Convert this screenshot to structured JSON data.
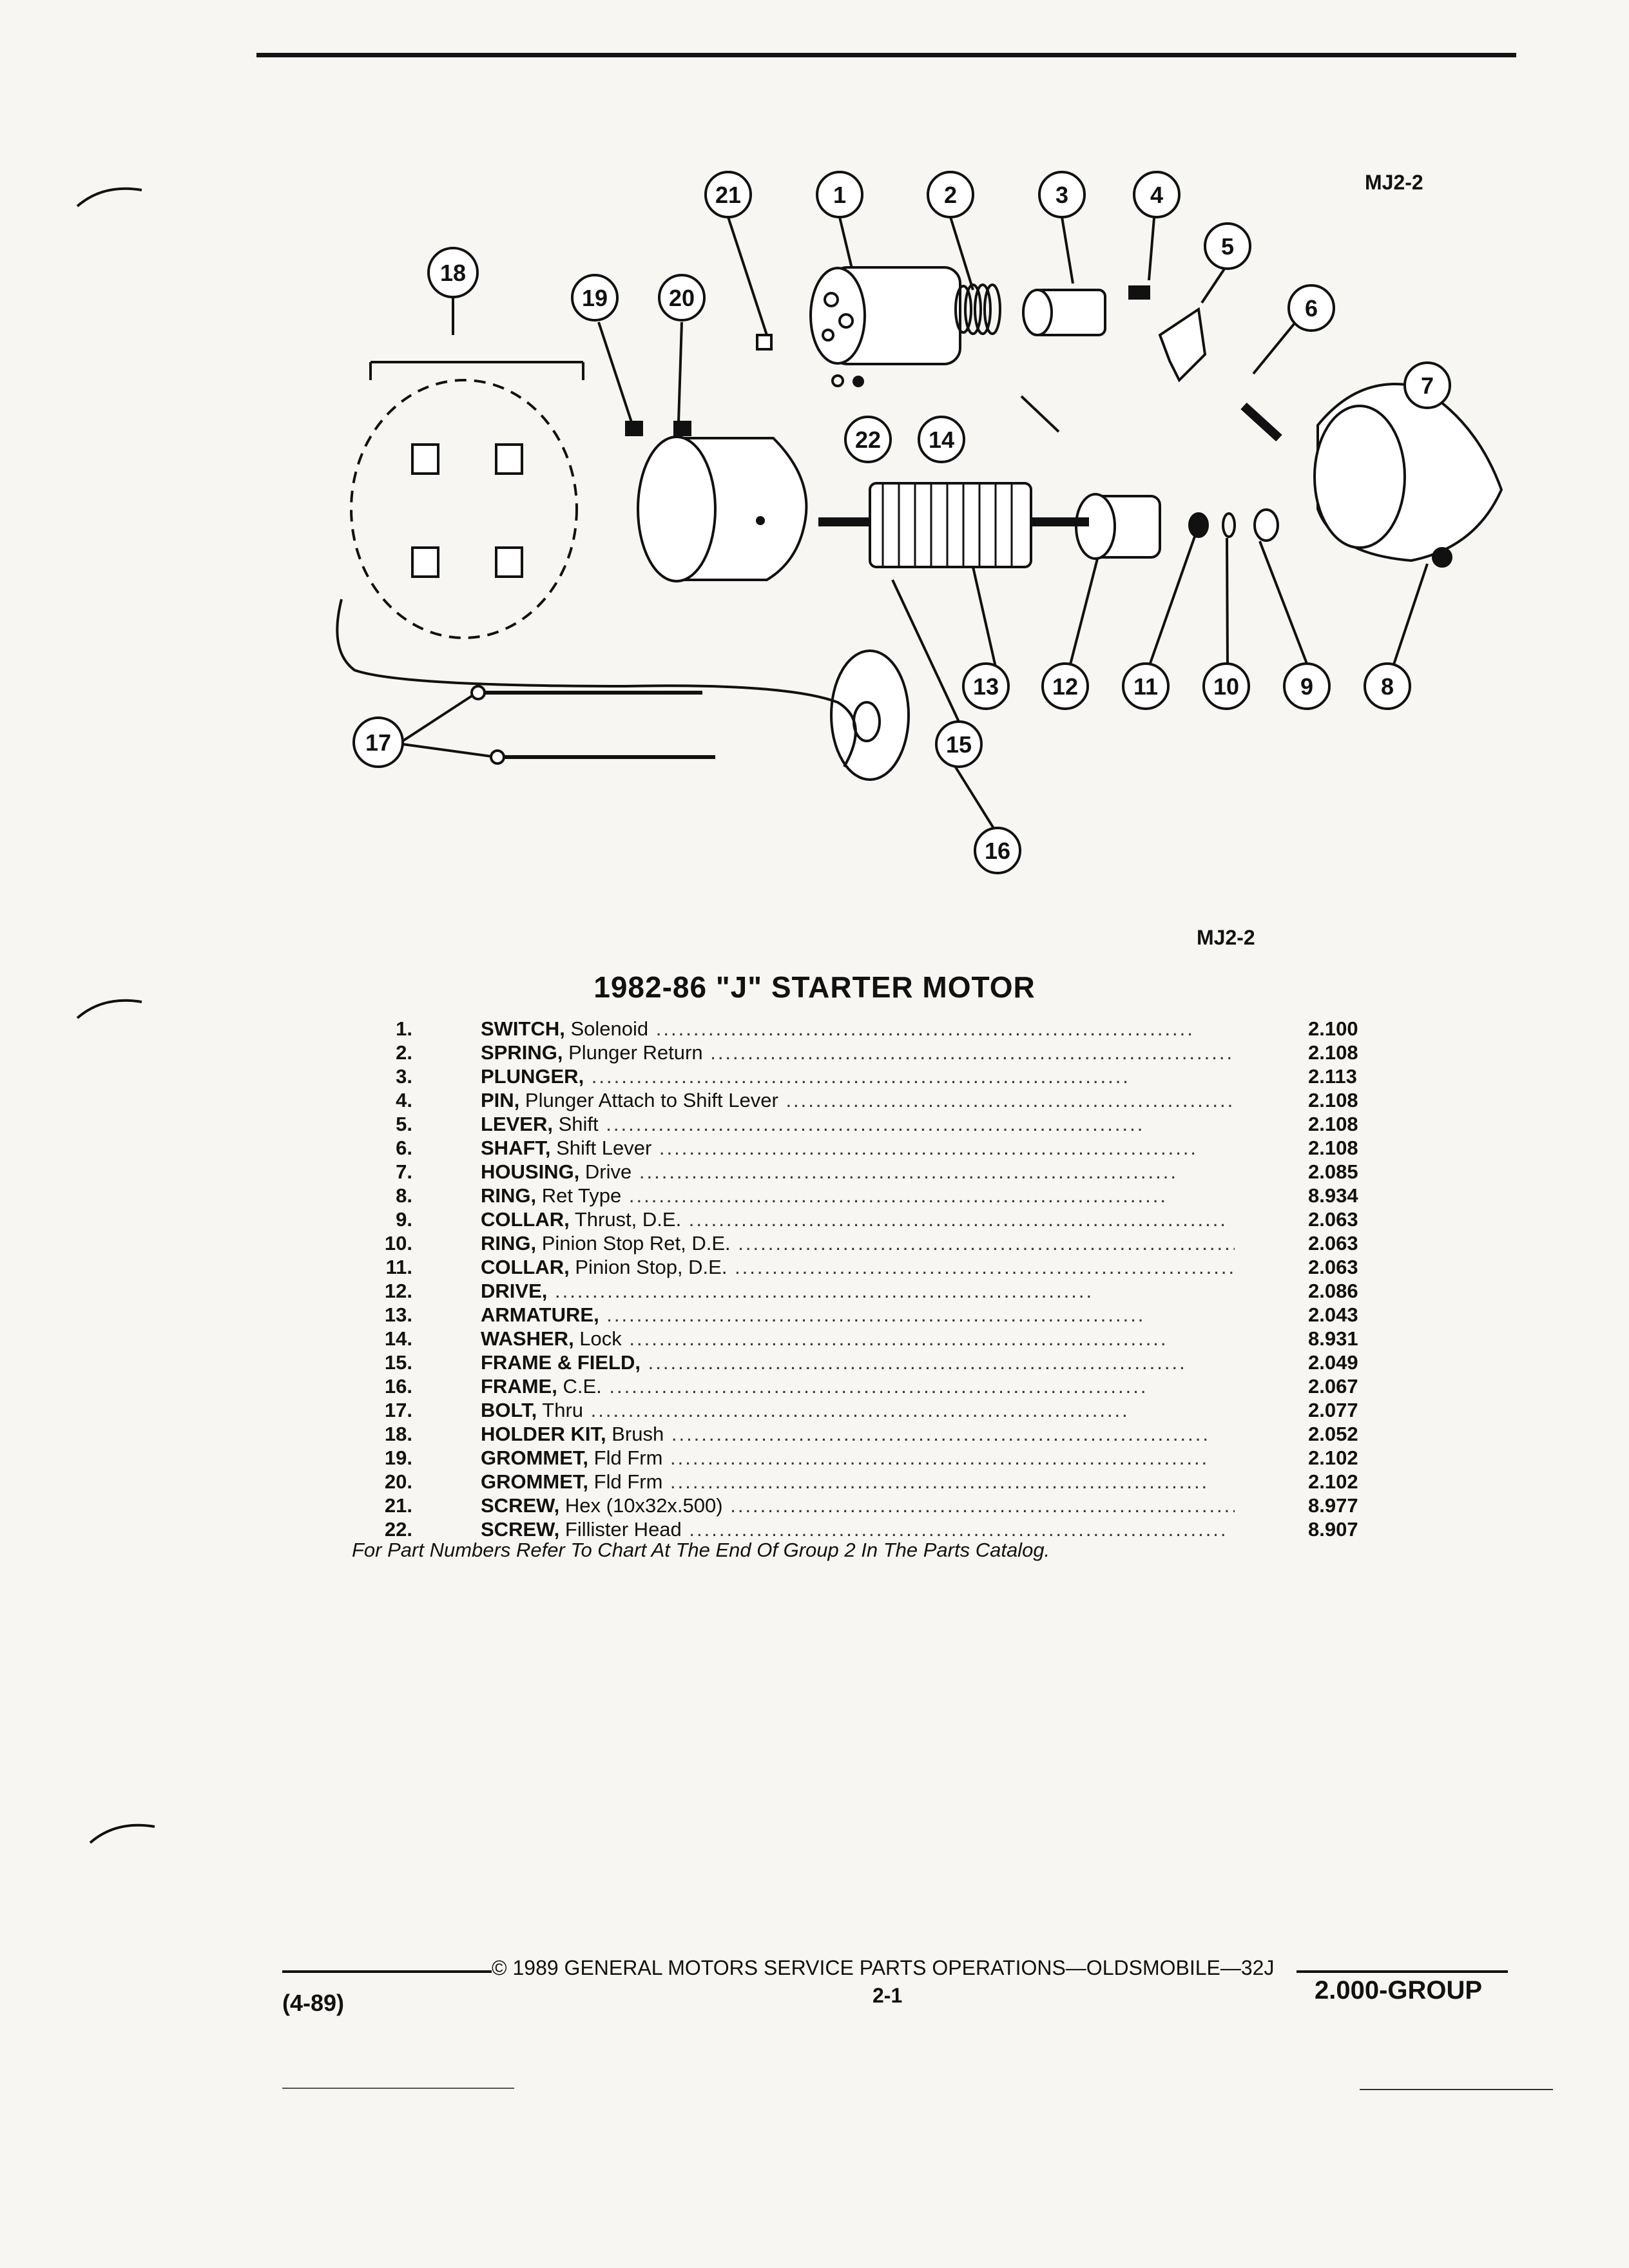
{
  "figure_code": "MJ2-2",
  "title": "1982-86 \"J\" STARTER MOTOR",
  "parts": [
    {
      "num": "1.",
      "name": "SWITCH,",
      "detail": " Solenoid",
      "group": "2.100"
    },
    {
      "num": "2.",
      "name": "SPRING,",
      "detail": " Plunger Return",
      "group": "2.108"
    },
    {
      "num": "3.",
      "name": "PLUNGER,",
      "detail": "",
      "group": "2.113"
    },
    {
      "num": "4.",
      "name": "PIN,",
      "detail": " Plunger Attach to Shift Lever",
      "group": "2.108"
    },
    {
      "num": "5.",
      "name": "LEVER,",
      "detail": " Shift",
      "group": "2.108"
    },
    {
      "num": "6.",
      "name": "SHAFT,",
      "detail": " Shift Lever",
      "group": "2.108"
    },
    {
      "num": "7.",
      "name": "HOUSING,",
      "detail": " Drive",
      "group": "2.085"
    },
    {
      "num": "8.",
      "name": "RING,",
      "detail": " Ret Type",
      "group": "8.934"
    },
    {
      "num": "9.",
      "name": "COLLAR,",
      "detail": " Thrust, D.E.",
      "group": "2.063"
    },
    {
      "num": "10.",
      "name": "RING,",
      "detail": " Pinion Stop Ret, D.E.",
      "group": "2.063"
    },
    {
      "num": "11.",
      "name": "COLLAR,",
      "detail": " Pinion Stop, D.E.",
      "group": "2.063"
    },
    {
      "num": "12.",
      "name": "DRIVE,",
      "detail": "",
      "group": "2.086"
    },
    {
      "num": "13.",
      "name": "ARMATURE,",
      "detail": "",
      "group": "2.043"
    },
    {
      "num": "14.",
      "name": "WASHER,",
      "detail": " Lock",
      "group": "8.931"
    },
    {
      "num": "15.",
      "name": "FRAME & FIELD,",
      "detail": "",
      "group": "2.049"
    },
    {
      "num": "16.",
      "name": "FRAME,",
      "detail": " C.E.",
      "group": "2.067"
    },
    {
      "num": "17.",
      "name": "BOLT,",
      "detail": " Thru",
      "group": "2.077"
    },
    {
      "num": "18.",
      "name": "HOLDER KIT,",
      "detail": " Brush",
      "group": "2.052"
    },
    {
      "num": "19.",
      "name": "GROMMET,",
      "detail": " Fld Frm",
      "group": "2.102"
    },
    {
      "num": "20.",
      "name": "GROMMET,",
      "detail": " Fld Frm",
      "group": "2.102"
    },
    {
      "num": "21.",
      "name": "SCREW,",
      "detail": " Hex (10x32x.500)",
      "group": "8.977"
    },
    {
      "num": "22.",
      "name": "SCREW,",
      "detail": " Fillister Head",
      "group": "8.907"
    }
  ],
  "footnote": "For Part Numbers Refer To Chart At The End Of Group 2 In The Parts Catalog.",
  "footer": {
    "date_code": "(4-89)",
    "copyright": "© 1989 GENERAL MOTORS SERVICE PARTS OPERATIONS—OLDSMOBILE—32J",
    "page_number": "2-1",
    "group_code": "2.000-GROUP"
  }
}
